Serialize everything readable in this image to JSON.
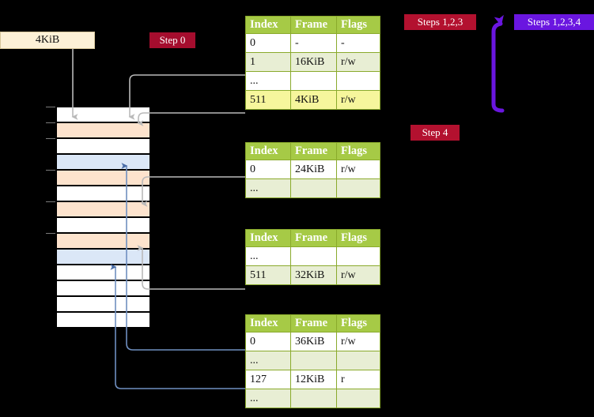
{
  "labels": {
    "kib_box": "4KiB",
    "step0": "Step 0",
    "steps123": "Steps 1,2,3",
    "steps1234": "Steps 1,2,3,4",
    "step4": "Step 4"
  },
  "colors": {
    "table_header_green": "#a6ca46",
    "table_row_alt": "#e8eed4",
    "table_highlight": "#f6f69c",
    "badge_dark_red": "#a50d2e",
    "badge_crimson": "#b3112f",
    "badge_violet": "#6a16e0",
    "mem_peach": "#fde3cd",
    "mem_blue": "#dbe7f7",
    "kib_box_fill": "#fdf1d7",
    "arrow_grey": "#b9b9b9",
    "arrow_blue": "#6f8fc0"
  },
  "tables": [
    {
      "name": "page-table-level-1",
      "headers": [
        "Index",
        "Frame",
        "Flags"
      ],
      "rows": [
        {
          "index": "0",
          "frame": "-",
          "flags": "-",
          "style": "odd"
        },
        {
          "index": "1",
          "frame": "16KiB",
          "flags": "r/w",
          "style": "even"
        },
        {
          "index": "...",
          "frame": "",
          "flags": "",
          "style": "odd"
        },
        {
          "index": "511",
          "frame": "4KiB",
          "flags": "r/w",
          "style": "hl"
        }
      ]
    },
    {
      "name": "page-table-level-2",
      "headers": [
        "Index",
        "Frame",
        "Flags"
      ],
      "rows": [
        {
          "index": "0",
          "frame": "24KiB",
          "flags": "r/w",
          "style": "odd"
        },
        {
          "index": "...",
          "frame": "",
          "flags": "",
          "style": "even"
        }
      ]
    },
    {
      "name": "page-table-level-3",
      "headers": [
        "Index",
        "Frame",
        "Flags"
      ],
      "rows": [
        {
          "index": "...",
          "frame": "",
          "flags": "",
          "style": "odd"
        },
        {
          "index": "511",
          "frame": "32KiB",
          "flags": "r/w",
          "style": "even"
        }
      ]
    },
    {
      "name": "page-table-level-4",
      "headers": [
        "Index",
        "Frame",
        "Flags"
      ],
      "rows": [
        {
          "index": "0",
          "frame": "36KiB",
          "flags": "r/w",
          "style": "odd"
        },
        {
          "index": "...",
          "frame": "",
          "flags": "",
          "style": "even"
        },
        {
          "index": "127",
          "frame": "12KiB",
          "flags": "r",
          "style": "odd"
        },
        {
          "index": "...",
          "frame": "",
          "flags": "",
          "style": "even"
        }
      ]
    }
  ],
  "memory_grid": {
    "name": "physical-memory-frames",
    "row_count": 14,
    "rows": [
      {
        "fill": "white"
      },
      {
        "fill": "peach"
      },
      {
        "fill": "white"
      },
      {
        "fill": "blue"
      },
      {
        "fill": "peach"
      },
      {
        "fill": "white"
      },
      {
        "fill": "peach"
      },
      {
        "fill": "white"
      },
      {
        "fill": "peach"
      },
      {
        "fill": "blue"
      },
      {
        "fill": "white"
      },
      {
        "fill": "white"
      },
      {
        "fill": "white"
      },
      {
        "fill": "white"
      }
    ]
  }
}
